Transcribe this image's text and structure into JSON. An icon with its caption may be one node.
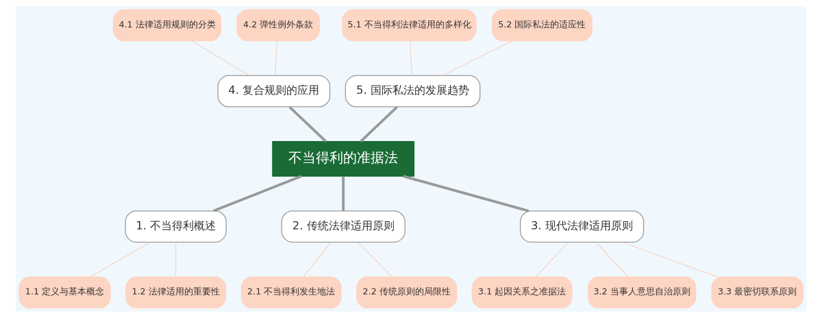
{
  "diagram": {
    "nodes": [
      {
        "text": [
          "不当得利的准据法"
        ]
      },
      {
        "text": [
          "1. 不当得利概述"
        ]
      },
      {
        "text": [
          "1.1 定义与基本概念"
        ]
      },
      {
        "text": [
          "1.2 法律适用的重要性"
        ]
      },
      {
        "text": [
          "2. 传统法律适用原则"
        ]
      },
      {
        "text": [
          "2.1 不当得利发生地法"
        ]
      },
      {
        "text": [
          "2.2 传统原则的局限性"
        ]
      },
      {
        "text": [
          "3. 现代法律适用原则"
        ]
      },
      {
        "text": [
          "3.1 起因关系之准据法"
        ]
      },
      {
        "text": [
          "3.2 当事人意思自治原则"
        ]
      },
      {
        "text": [
          "3.3 最密切联系原则"
        ]
      },
      {
        "text": [
          "4. 复合规则的应用"
        ]
      },
      {
        "text": [
          "4.1 法律适用规则的分类"
        ]
      },
      {
        "text": [
          "4.2 弹性例外条款"
        ]
      },
      {
        "text": [
          "5. 国际私法的发展趋势"
        ]
      },
      {
        "text": [
          "5.1 不当得利法律适用的多样化"
        ]
      },
      {
        "text": [
          "5.2 国际私法的适应性"
        ]
      }
    ],
    "edges": [
      {
        "from": 12,
        "to": 11,
        "arrow": "none"
      },
      {
        "from": 13,
        "to": 11,
        "arrow": "none"
      },
      {
        "from": 15,
        "to": 14,
        "arrow": "none"
      },
      {
        "from": 16,
        "to": 14,
        "arrow": "none"
      },
      {
        "from": 11,
        "to": 0,
        "arrow": "none",
        "style": "thick",
        "color": "#999999"
      },
      {
        "from": 14,
        "to": 0,
        "arrow": "none",
        "style": "thick",
        "color": "#999999"
      },
      {
        "from": 0,
        "to": 1,
        "arrow": "none",
        "style": "thick",
        "color": "#999999"
      },
      {
        "from": 0,
        "to": 4,
        "arrow": "none",
        "style": "thick",
        "color": "#999999"
      },
      {
        "from": 0,
        "to": 7,
        "arrow": "none",
        "style": "thick",
        "color": "#999999"
      },
      {
        "from": 1,
        "to": 2,
        "arrow": "none"
      },
      {
        "from": 1,
        "to": 3,
        "arrow": "none"
      },
      {
        "from": 4,
        "to": 5,
        "arrow": "none"
      },
      {
        "from": 4,
        "to": 6,
        "arrow": "none"
      },
      {
        "from": 7,
        "to": 8,
        "arrow": "none"
      },
      {
        "from": 7,
        "to": 9,
        "arrow": "none"
      },
      {
        "from": 7,
        "to": 10,
        "arrow": "none"
      }
    ]
  }
}
